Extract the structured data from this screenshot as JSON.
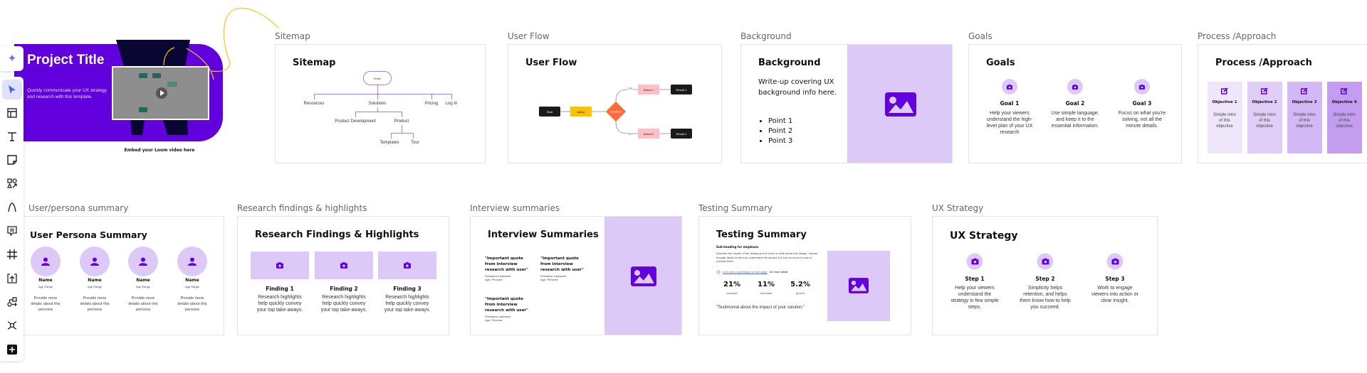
{
  "colors": {
    "brand": "#6100dd",
    "light_purple": "#ddc9f7",
    "navy": "#0a0633",
    "yellow": "#f5c518",
    "accent_blue": "#4262ff"
  },
  "toolbar": {
    "tools": [
      "ai-sparkle-icon",
      "select-cursor-icon",
      "templates-layout-icon",
      "text-icon",
      "sticky-note-icon",
      "shapes-icon",
      "pen-icon",
      "comment-icon",
      "frame-icon",
      "upload-icon",
      "diagram-icon",
      "mind-map-icon",
      "more-plus-icon"
    ],
    "selected": "select-cursor-icon"
  },
  "banner": {
    "title": "Project Title",
    "subtitle_1": "Quickly communicate your UX strategy",
    "subtitle_2": "and research with this template.",
    "caption": "Embed your Loom video here"
  },
  "sitemap": {
    "label": "Sitemap",
    "title": "Sitemap",
    "nodes": {
      "home": "Home",
      "resources": "Resources",
      "solutions": "Solutions",
      "pricing": "Pricing",
      "login": "Log In",
      "product_development": "Product Development",
      "product": "Product",
      "templates": "Templates",
      "tour": "Tour"
    }
  },
  "user_flow": {
    "label": "User Flow",
    "title": "User Flow",
    "nodes": {
      "start": "Start",
      "action": "Action",
      "decision": "Decision",
      "yes": "Yes",
      "no": "No",
      "action1": "Action 1",
      "action2": "Action 2",
      "result1": "Result 1",
      "result2": "Result 2"
    }
  },
  "background": {
    "label": "Background",
    "title": "Background",
    "text": "Write-up covering UX background info here.",
    "points": [
      "Point 1",
      "Point 2",
      "Point 3"
    ]
  },
  "goals": {
    "label": "Goals",
    "title": "Goals",
    "items": [
      {
        "title": "Goal 1",
        "desc": "Help your viewers understand the high-level plan of your UX research"
      },
      {
        "title": "Goal 2",
        "desc": "Use simple language, and keep it to the essential information."
      },
      {
        "title": "Goal 3",
        "desc": "Focus on what you're solving, not all the minute details."
      }
    ]
  },
  "process": {
    "label": "Process /Approach",
    "title": "Process /Approach",
    "objectives": [
      {
        "title": "Objective 1",
        "desc": "Simple intro of this objective",
        "color": "#efe6fb"
      },
      {
        "title": "Objective 2",
        "desc": "Simple intro of this objective",
        "color": "#e0cef8"
      },
      {
        "title": "Objective 3",
        "desc": "Simple intro of this objective",
        "color": "#d2b8f4"
      },
      {
        "title": "Objective 4",
        "desc": "Simple intro of this objective",
        "color": "#c39ef0"
      }
    ]
  },
  "persona": {
    "label": "User/persona summary",
    "title": "User Persona Summary",
    "people": [
      {
        "name": "Name",
        "age": "Age Range",
        "desc": "Provide more details about this persona"
      },
      {
        "name": "Name",
        "age": "Age Range",
        "desc": "Provide more details about this persona"
      },
      {
        "name": "Name",
        "age": "Age Range",
        "desc": "Provide more details about this persona"
      },
      {
        "name": "Name",
        "age": "Age Range",
        "desc": "Provide more details about this persona"
      }
    ]
  },
  "research": {
    "label": "Research findings & highlights",
    "title": "Research Findings & Highlights",
    "findings": [
      {
        "title": "Finding 1",
        "desc": "Research highlights help quickly convey your top take-aways."
      },
      {
        "title": "Finding 2",
        "desc": "Research highlights help quickly convey your top take-aways."
      },
      {
        "title": "Finding 3",
        "desc": "Research highlights help quickly convey your top take-aways."
      }
    ]
  },
  "interview": {
    "label": "Interview summaries",
    "title": "Interview Summaries",
    "quotes": [
      {
        "quote": "\"Important quote from interview research with user\"",
        "name": "Firstname Lastname",
        "detail": "Age, Persona"
      },
      {
        "quote": "\"Important quote from interview research with user\"",
        "name": "Firstname Lastname",
        "detail": "Age, Persona"
      },
      {
        "quote": "\"Important quote from interview research with user\"",
        "name": "Firstname Lastname",
        "detail": "Age, Persona"
      }
    ]
  },
  "testing": {
    "label": "Testing Summary",
    "title": "Testing Summary",
    "subheading": "Sub-heading for emphasis",
    "desc": "Describe the results of the testing you've done or write about this design. Include enough detail for them to understand the impact, but not too much to lose or confuse them.",
    "link": "Link out to a prototype or web page",
    "link_suffix": " for more detail",
    "stats": [
      {
        "value": "21%",
        "label": "increase"
      },
      {
        "value": "11%",
        "label": "decrease"
      },
      {
        "value": "5.2%",
        "label": "growth"
      }
    ],
    "testimonial": "\"Testimonial about the impact of your solution.\""
  },
  "ux_strategy": {
    "label": "UX Strategy",
    "title": "UX Strategy",
    "steps": [
      {
        "title": "Step 1",
        "desc": "Help your viewers understand the strategy in few simple steps."
      },
      {
        "title": "Step 2",
        "desc": "Simplicity helps retention, and helps them know how to help you succeed."
      },
      {
        "title": "Step 3",
        "desc": "Work to engage viewers into action or clear insight."
      }
    ]
  }
}
